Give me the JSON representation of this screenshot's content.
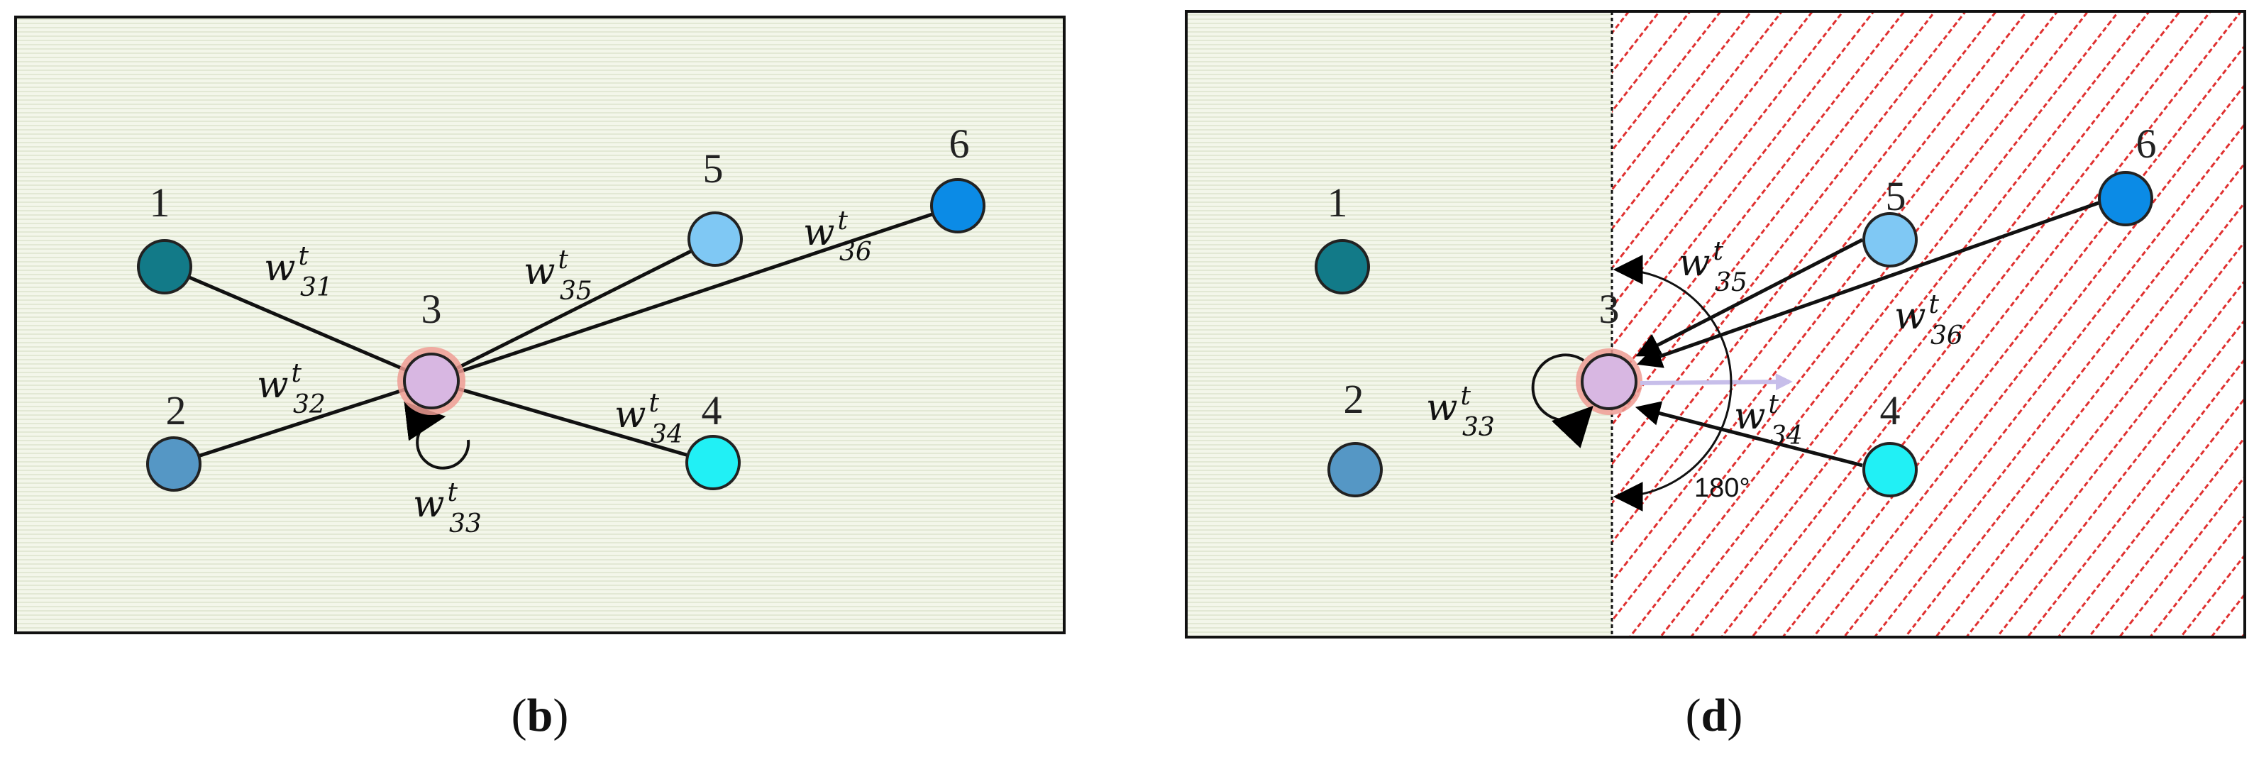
{
  "panels": {
    "b": {
      "caption_open": "(",
      "caption_letter": "b",
      "caption_close": ")",
      "nodes": [
        {
          "id": "1",
          "color": "#127A88"
        },
        {
          "id": "2",
          "color": "#5597C5"
        },
        {
          "id": "3",
          "color": "#D8B7E2"
        },
        {
          "id": "4",
          "color": "#21F0F5"
        },
        {
          "id": "5",
          "color": "#7FC8F4"
        },
        {
          "id": "6",
          "color": "#0B8BE6"
        }
      ],
      "weights": [
        {
          "main": "w",
          "sub": "31",
          "sup": "t"
        },
        {
          "main": "w",
          "sub": "32",
          "sup": "t"
        },
        {
          "main": "w",
          "sub": "33",
          "sup": "t"
        },
        {
          "main": "w",
          "sub": "34",
          "sup": "t"
        },
        {
          "main": "w",
          "sub": "35",
          "sup": "t"
        },
        {
          "main": "w",
          "sub": "36",
          "sup": "t"
        }
      ]
    },
    "d": {
      "caption_open": "(",
      "caption_letter": "d",
      "caption_close": ")",
      "angle_label": "180°",
      "nodes": [
        {
          "id": "1",
          "color": "#127A88"
        },
        {
          "id": "2",
          "color": "#5597C5"
        },
        {
          "id": "3",
          "color": "#D8B7E2"
        },
        {
          "id": "4",
          "color": "#21F0F5"
        },
        {
          "id": "5",
          "color": "#7FC8F4"
        },
        {
          "id": "6",
          "color": "#0B8BE6"
        }
      ],
      "weights": [
        {
          "main": "w",
          "sub": "33",
          "sup": "t"
        },
        {
          "main": "w",
          "sub": "34",
          "sup": "t"
        },
        {
          "main": "w",
          "sub": "35",
          "sup": "t"
        },
        {
          "main": "w",
          "sub": "36",
          "sup": "t"
        }
      ]
    }
  },
  "colors": {
    "panel_bg": "#F3F6EA",
    "hatch": "#E03030",
    "ego_halo": "#EE9C94",
    "heading_arrow": "#C7BEEA"
  }
}
